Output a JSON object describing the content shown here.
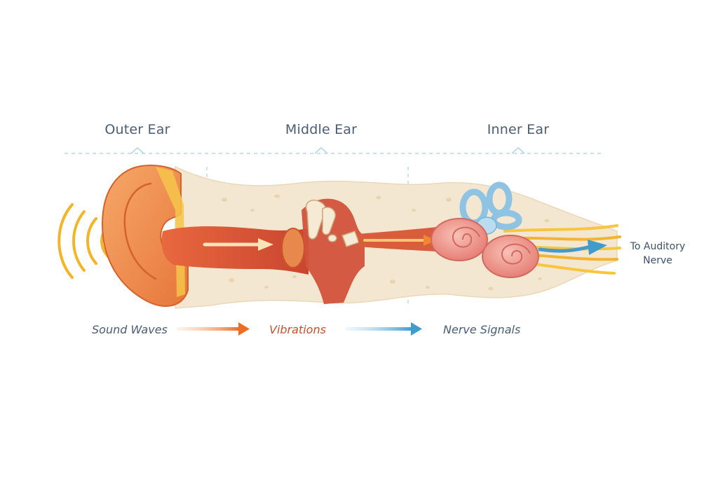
{
  "sections": {
    "outer": "Outer Ear",
    "middle": "Middle Ear",
    "inner": "Inner Ear"
  },
  "flow": {
    "sound": "Sound Waves",
    "vibrations": "Vibrations",
    "nerve_signals": "Nerve Signals"
  },
  "destination": {
    "line1": "To Auditory",
    "line2": "Nerve"
  },
  "colors": {
    "label_text": "#4a5d74",
    "vibrations_text": "#c4502e",
    "sound_waves": "#f3b428",
    "orange_arrow": "#ef7a2a",
    "blue_arrow": "#4da3d2",
    "bone": "#f3e6d0",
    "canal": "#d8553f",
    "cochlea": "#f09d94",
    "semicircular_canals": "#9ccbe6",
    "nerve": "#f7c63d"
  }
}
